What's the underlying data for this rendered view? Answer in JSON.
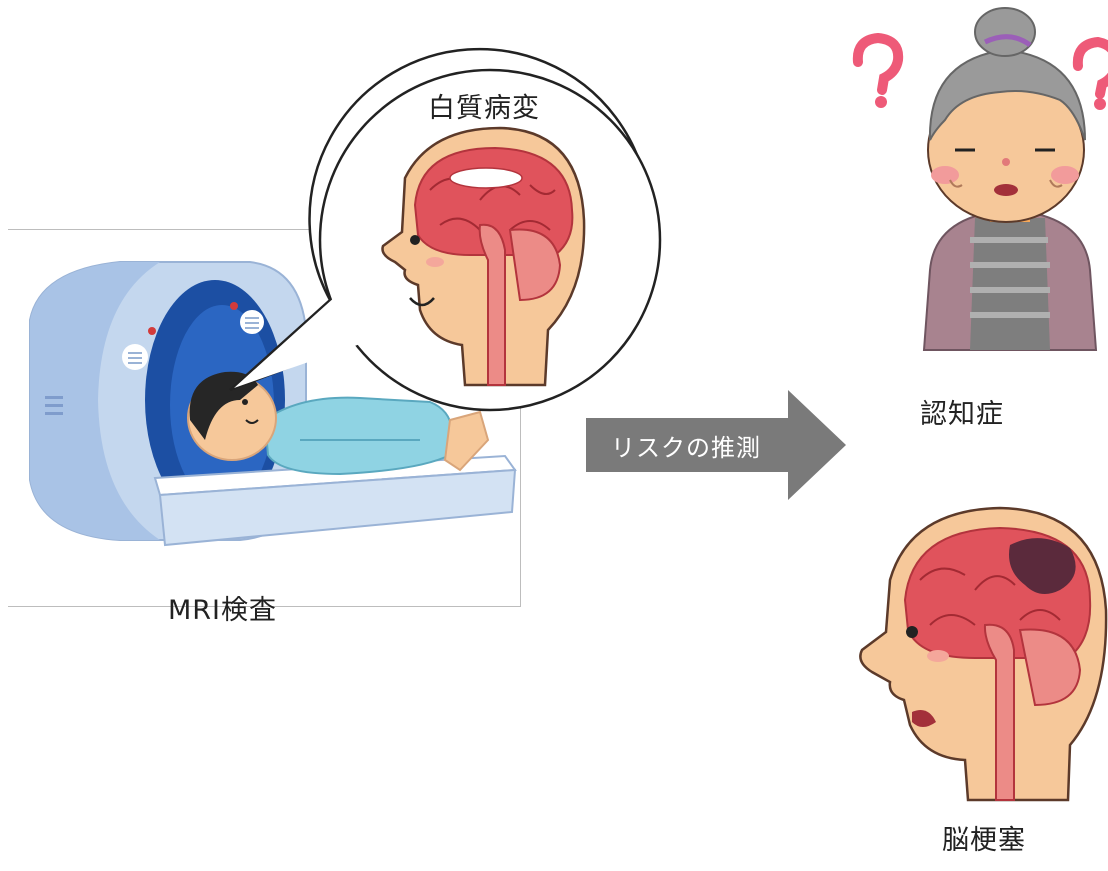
{
  "labels": {
    "mri": "MRI検査",
    "white_matter_lesion": "白質病変",
    "arrow": "リスクの推測",
    "dementia": "認知症",
    "stroke": "脳梗塞"
  },
  "icons": {
    "mri_scene": "mri-scanner-with-patient",
    "speech_bubble": "brain-callout",
    "elderly": "confused-elderly-woman",
    "question_marks": "question-mark",
    "stroke_head": "head-with-brain-damage"
  },
  "colors": {
    "arrow": "#7a7a7a",
    "scanner": "#c4d7ee",
    "bore": "#1c4fa3",
    "brain": "#e0535c",
    "skin": "#f6c89a",
    "question": "#ee5a78",
    "lesion": "#5b2a3c"
  }
}
